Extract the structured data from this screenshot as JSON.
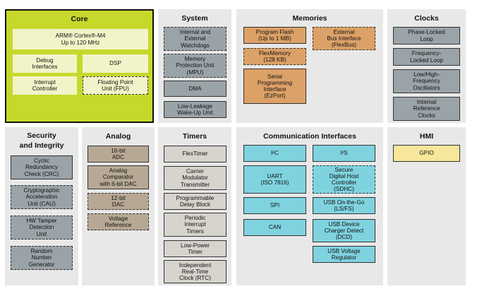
{
  "core": {
    "title": "Core",
    "arm": "ARM® Cortex®-M4\nUp to 120 MHz",
    "debug": "Debug\nInterfaces",
    "dsp": "DSP",
    "interrupt": "Interrupt\nController",
    "fpu": "Floating Point\nUnit (FPU)"
  },
  "system": {
    "title": "System",
    "watchdogs": "Internal and\nExternal\nWatchdogs",
    "mpu": "Memory\nProtection Unit\n(MPU)",
    "dma": "DMA",
    "llwu": "Low-Leakage\nWake-Up Unit"
  },
  "memories": {
    "title": "Memories",
    "flash": "Program Flash\n(Up to 1 MB)",
    "flexbus": "External\nBus Interface\n(FlexBus)",
    "flexmemory": "FlexMemory\n(128 KB)",
    "ezport": "Serial\nProgramming\nInterface\n(EzPort)"
  },
  "clocks": {
    "title": "Clocks",
    "pll": "Phase-Locked\nLoop",
    "fll": "Frequency-\nLocked Loop",
    "osc": "Low/High-\nFrequency\nOscillators",
    "irc": "Internal\nReference\nClocks"
  },
  "security": {
    "title": "Security\nand Integrity",
    "crc": "Cyclic\nRedundancy\nCheck (CRC)",
    "cau": "Cryptographic\nAcceleration\nUnit (CAU)",
    "tamper": "HW Tamper\nDetection\nUnit",
    "rng": "Random\nNumber\nGenerator"
  },
  "analog": {
    "title": "Analog",
    "adc": "16-bit\nADC",
    "comparator": "Analog\nComparator\nwith 6-bit DAC",
    "dac": "12-bit\nDAC",
    "vref": "Voltage\nReference"
  },
  "timers": {
    "title": "Timers",
    "flextimer": "FlexTimer",
    "cmt": "Carrier\nModulator\nTransmitter",
    "pdb": "Programmable\nDelay Block",
    "pit": "Periodic\nInterrupt\nTimers",
    "lptimer": "Low-Power\nTimer",
    "rtc": "Independent\nReal-Time\nClock (RTC)"
  },
  "comm": {
    "title": "Communication Interfaces",
    "i2c": "I²C",
    "i2s": "I²S",
    "uart": "UART\n(ISO 7816)",
    "sdhc": "Secure\nDigital Host\nController\n(SDHC)",
    "spi": "SPI",
    "otg": "USB On-the-Go\n(LS/FS)",
    "dcd": "USB Device\nCharger Detect\n(DCD)",
    "can": "CAN",
    "usbreg": "USB Voltage\nRegulator"
  },
  "hmi": {
    "title": "HMI",
    "gpio": "GPIO"
  }
}
